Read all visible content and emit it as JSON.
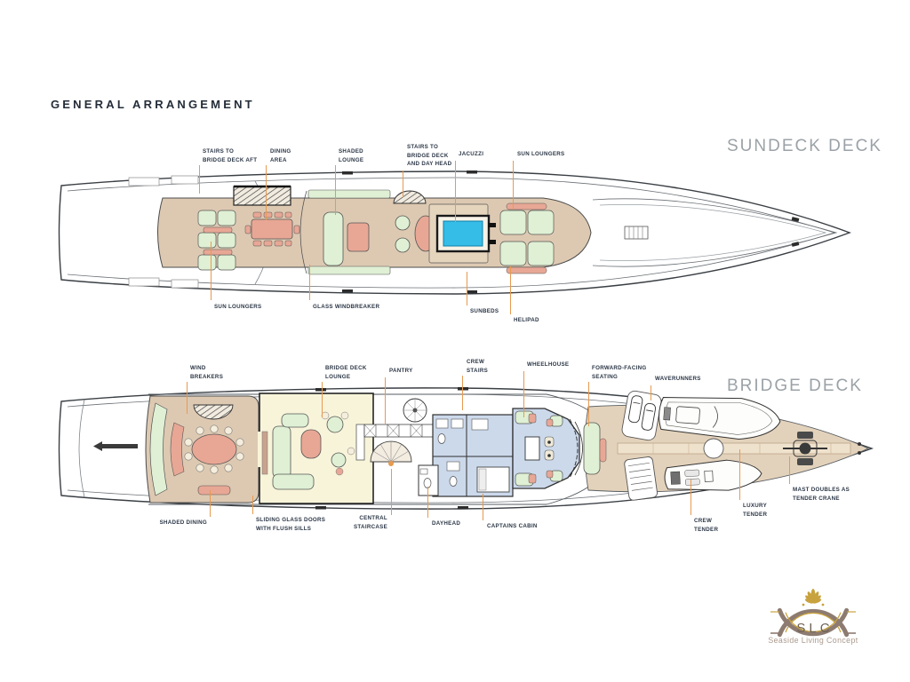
{
  "page": {
    "title": "GENERAL ARRANGEMENT"
  },
  "sundeck": {
    "title": "SUNDECK DECK",
    "labels_top": [
      {
        "id": "stairs-to-bridge-deck-aft",
        "text": "STAIRS TO\nBRIDGE DECK AFT"
      },
      {
        "id": "dining-area",
        "text": "DINING\nAREA"
      },
      {
        "id": "shaded-lounge",
        "text": "SHADED\nLOUNGE"
      },
      {
        "id": "stairs-to-bridge-deck-and-day-head",
        "text": "STAIRS TO\nBRIDGE DECK\nAND DAY HEAD"
      },
      {
        "id": "jacuzzi",
        "text": "JACUZZI"
      },
      {
        "id": "sun-loungers-fwd",
        "text": "SUN LOUNGERS"
      }
    ],
    "labels_bottom": [
      {
        "id": "sun-loungers-aft",
        "text": "SUN LOUNGERS"
      },
      {
        "id": "glass-windbreaker",
        "text": "GLASS WINDBREAKER"
      },
      {
        "id": "sunbeds",
        "text": "SUNBEDS"
      },
      {
        "id": "helipad",
        "text": "HELIPAD"
      }
    ]
  },
  "bridge": {
    "title": "BRIDGE DECK",
    "labels_top": [
      {
        "id": "wind-breakers",
        "text": "WIND\nBREAKERS"
      },
      {
        "id": "bridge-deck-lounge",
        "text": "BRIDGE DECK\nLOUNGE"
      },
      {
        "id": "pantry",
        "text": "PANTRY"
      },
      {
        "id": "crew-stairs",
        "text": "CREW\nSTAIRS"
      },
      {
        "id": "wheelhouse",
        "text": "WHEELHOUSE"
      },
      {
        "id": "forward-facing-seating",
        "text": "FORWARD-FACING\nSEATING"
      },
      {
        "id": "waverunners",
        "text": "WAVERUNNERS"
      }
    ],
    "labels_bottom": [
      {
        "id": "shaded-dining",
        "text": "SHADED DINING"
      },
      {
        "id": "sliding-glass-doors",
        "text": "SLIDING GLASS DOORS\nWITH FLUSH SILLS"
      },
      {
        "id": "central-staircase",
        "text": "CENTRAL\nSTAIRCASE"
      },
      {
        "id": "dayhead",
        "text": "DAYHEAD"
      },
      {
        "id": "captains-cabin",
        "text": "CAPTAINS CABIN"
      },
      {
        "id": "crew-tender",
        "text": "CREW\nTENDER"
      },
      {
        "id": "luxury-tender",
        "text": "LUXURY\nTENDER"
      },
      {
        "id": "mast-doubles-as-tender-crane",
        "text": "MAST DOUBLES AS\nTENDER CRANE"
      }
    ]
  },
  "logo": {
    "abbr": "SLC",
    "name": "Seaside Living Concept"
  },
  "colors": {
    "leader_line": "#E79A50",
    "deck_tan": "#DDC9B2",
    "interior_yellow": "#F8F4DA",
    "furniture_green": "#DFF0D4",
    "salmon": "#E8A795",
    "pool_cyan": "#35BDE8",
    "floor_blue": "#CCD9EB",
    "deck_title_gray": "#9BA2A7",
    "label_text": "#2B3646",
    "logo_brown": "#8D7B71",
    "logo_gold": "#C8A23E"
  }
}
